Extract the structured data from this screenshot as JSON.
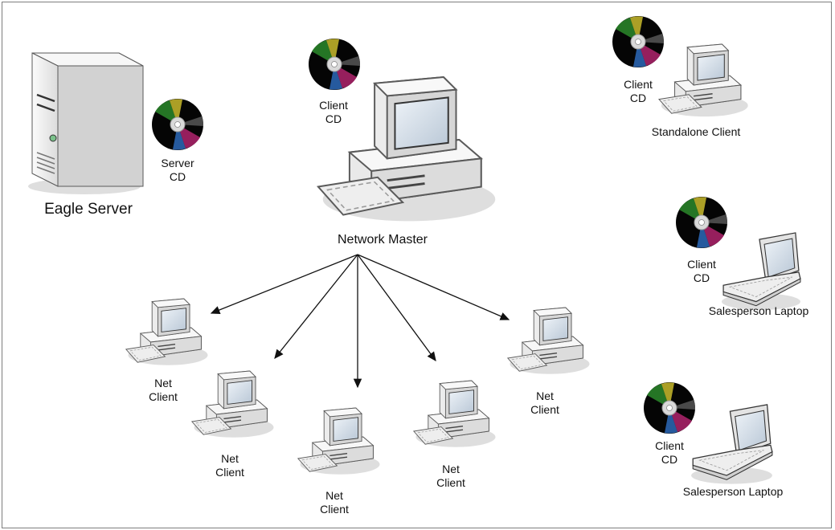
{
  "nodes": {
    "eagle_server": {
      "label": "Eagle Server",
      "cd": "Server\nCD"
    },
    "network_master": {
      "label": "Network Master",
      "cd": "Client\nCD"
    },
    "standalone_client": {
      "label": "Standalone Client",
      "cd": "Client\nCD"
    },
    "laptop_1": {
      "label": "Salesperson Laptop",
      "cd": "Client\nCD"
    },
    "laptop_2": {
      "label": "Salesperson Laptop",
      "cd": "Client\nCD"
    },
    "net_clients": [
      {
        "label": "Net\nClient"
      },
      {
        "label": "Net\nClient"
      },
      {
        "label": "Net\nClient"
      },
      {
        "label": "Net\nClient"
      },
      {
        "label": "Net\nClient"
      }
    ]
  },
  "colors": {
    "border": "#7d7d7d",
    "edge": "#111111",
    "device_body": "#e8e8e8",
    "device_shadow": "#c9c9c9",
    "screen": "#cfd8e3"
  }
}
